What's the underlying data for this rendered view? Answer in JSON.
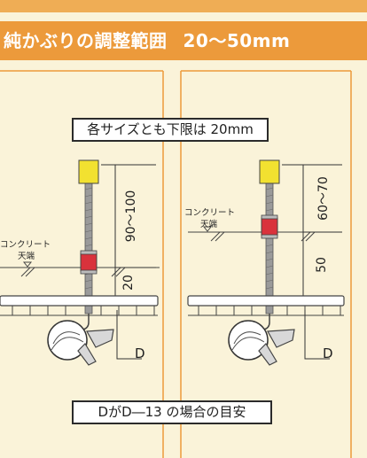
{
  "header": {
    "title": "純かぶりの調整範囲",
    "range": "20〜50mm"
  },
  "notes": {
    "top": "各サイズとも下限は 20mm",
    "bottom": "DがD―13 の場合の目安"
  },
  "left_panel": {
    "concrete_label_1": "コンクリート",
    "concrete_label_2": "天端",
    "upper_dim": "90〜100",
    "lower_dim": "20",
    "rebar_label": "D"
  },
  "right_panel": {
    "concrete_label_1": "コンクリート",
    "concrete_label_2": "天端",
    "upper_dim": "60〜70",
    "lower_dim": "50",
    "rebar_label": "D"
  },
  "colors": {
    "header_bg": "#ec9a3b",
    "cap_yellow": "#f2e130",
    "nut_red": "#d9323c",
    "panel_border": "#ec9a3b"
  }
}
